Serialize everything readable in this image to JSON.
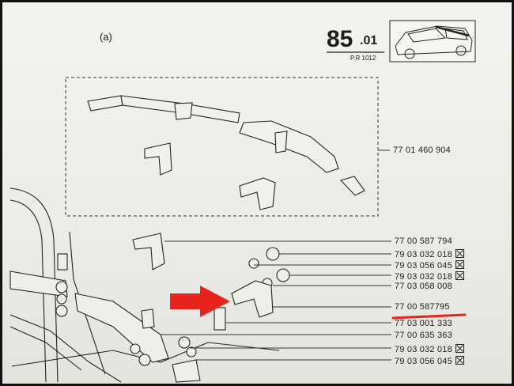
{
  "header": {
    "label_a": "(a)",
    "section_major": "85",
    "section_minor": ".01",
    "revision": "P.R 1012"
  },
  "kit_part": "77 01 460 904",
  "parts": [
    {
      "number": "77 00 587 794",
      "marked": false
    },
    {
      "number": "79 03 032 018",
      "marked": true
    },
    {
      "number": "79 03 056 045",
      "marked": true
    },
    {
      "number": "79 03 032 018",
      "marked": true
    },
    {
      "number": "77 03 058 008",
      "marked": false
    },
    {
      "number": "77 00 587795",
      "marked": false
    },
    {
      "number": "77 03 001 333",
      "marked": false
    },
    {
      "number": "77 00 635 363",
      "marked": false
    },
    {
      "number": "79 03 032 018",
      "marked": true
    },
    {
      "number": "79 03 056 045",
      "marked": true
    }
  ],
  "highlight": {
    "color": "#e8231c"
  }
}
